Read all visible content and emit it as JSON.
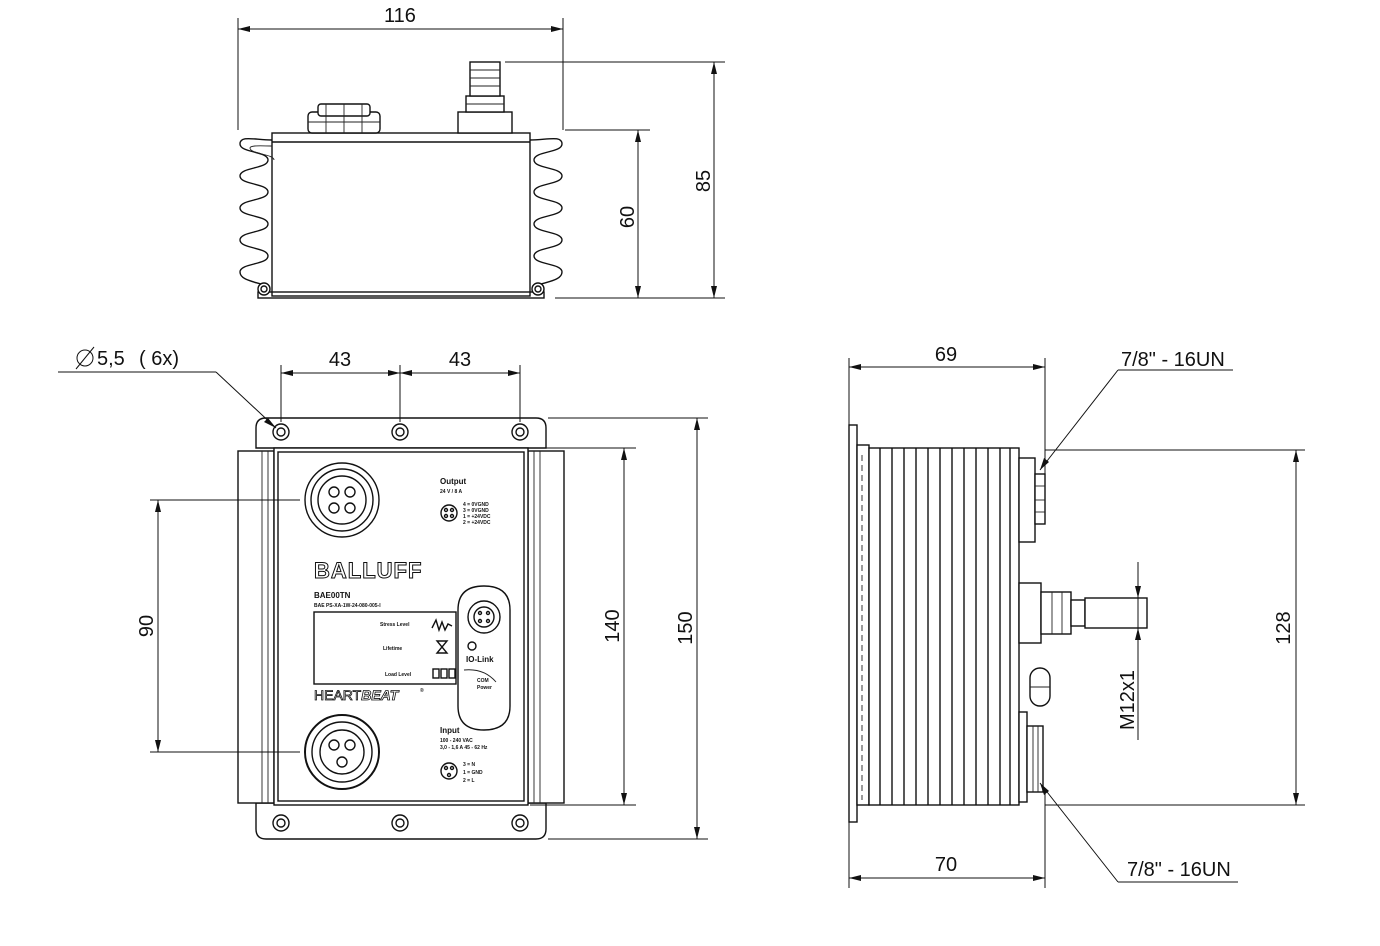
{
  "dimensions": {
    "top_width": "116",
    "top_body_height": "60",
    "top_total_height": "85",
    "hole_pitch_left": "43",
    "hole_pitch_right": "43",
    "front_hole_vertical": "90",
    "front_body_height": "140",
    "front_total_height": "150",
    "side_top_width": "69",
    "side_bottom_width": "70",
    "side_height": "128",
    "side_thread_m12": "M12x1"
  },
  "callouts": {
    "hole_diameter": "5,5",
    "hole_count": "( 6x)",
    "thread_top": "7/8\" - 16UN",
    "thread_bottom": "7/8\" - 16UN"
  },
  "device": {
    "brand": "BALLUFF",
    "model": "BAE00TN",
    "part_number": "BAE PS-XA-1W-24-080-005-I",
    "output_title": "Output",
    "output_rating": "24 V / 8 A",
    "output_pins": [
      "4 = 0VGND",
      "3 = 0VGND",
      "1 = +24VDC",
      "2 = +24VDC"
    ],
    "stress_level": "Stress Level",
    "lifetime": "Lifetime",
    "load_level": "Load Level",
    "iolink": "IO-Link",
    "com_power": [
      "COM",
      "Power"
    ],
    "heartbeat_a": "HEART",
    "heartbeat_b": "BEAT",
    "input_title": "Input",
    "input_rating_1": "100 - 240 VAC",
    "input_rating_2": "3,0 - 1,6 A  45 - 62 Hz",
    "input_pins": [
      "3 = N",
      "1 = GND",
      "2 = L"
    ]
  }
}
